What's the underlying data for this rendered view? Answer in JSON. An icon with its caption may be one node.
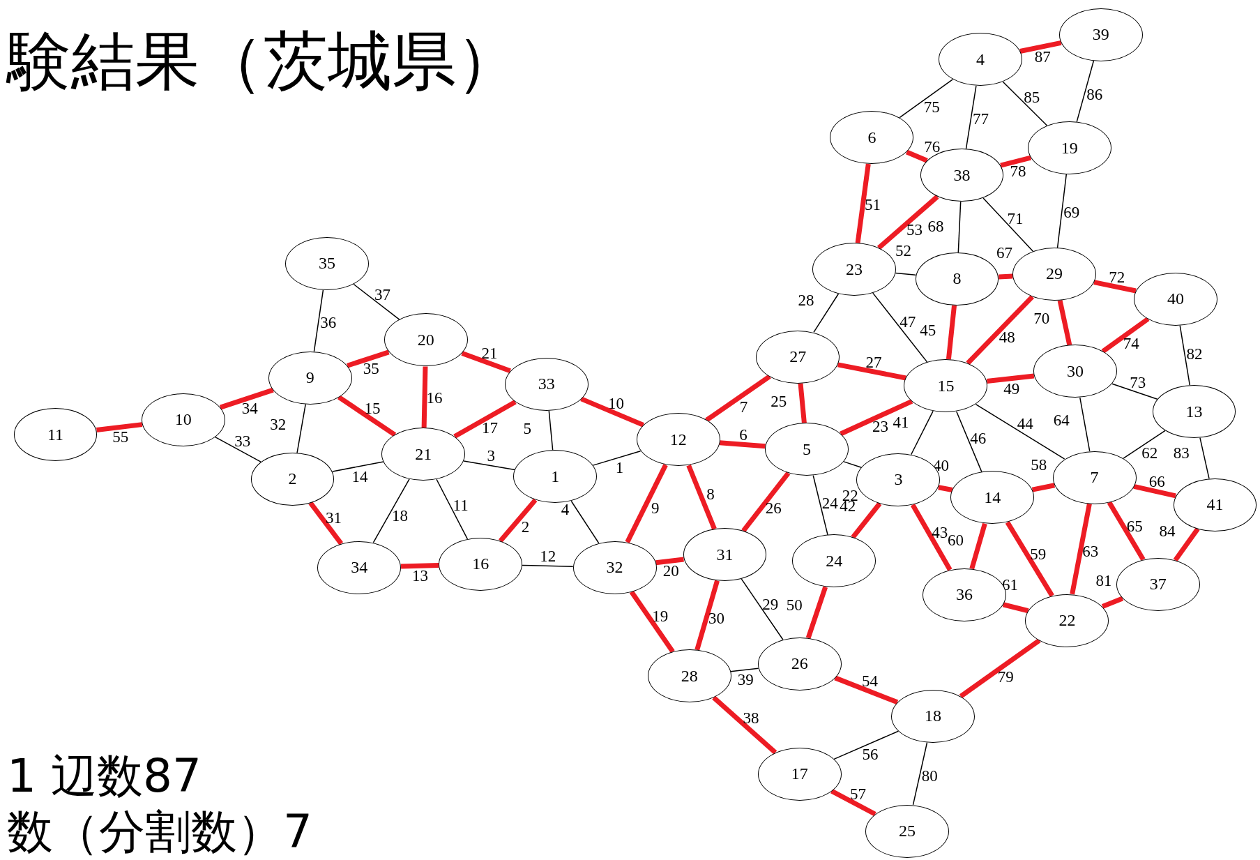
{
  "diagram": {
    "title": "験結果（茨城県）",
    "nodes": [
      {
        "text": [
          "1"
        ]
      },
      {
        "text": [
          "2"
        ]
      },
      {
        "text": [
          "3"
        ]
      },
      {
        "text": [
          "4"
        ]
      },
      {
        "text": [
          "5"
        ]
      },
      {
        "text": [
          "6"
        ]
      },
      {
        "text": [
          "7"
        ]
      },
      {
        "text": [
          "8"
        ]
      },
      {
        "text": [
          "9"
        ]
      },
      {
        "text": [
          "10"
        ]
      },
      {
        "text": [
          "11"
        ]
      },
      {
        "text": [
          "12"
        ]
      },
      {
        "text": [
          "13"
        ]
      },
      {
        "text": [
          "14"
        ]
      },
      {
        "text": [
          "15"
        ]
      },
      {
        "text": [
          "16"
        ]
      },
      {
        "text": [
          "17"
        ]
      },
      {
        "text": [
          "18"
        ]
      },
      {
        "text": [
          "19"
        ]
      },
      {
        "text": [
          "20"
        ]
      },
      {
        "text": [
          "21"
        ]
      },
      {
        "text": [
          "22"
        ]
      },
      {
        "text": [
          "23"
        ]
      },
      {
        "text": [
          "24"
        ]
      },
      {
        "text": [
          "25"
        ]
      },
      {
        "text": [
          "26"
        ]
      },
      {
        "text": [
          "27"
        ]
      },
      {
        "text": [
          "28"
        ]
      },
      {
        "text": [
          "29"
        ]
      },
      {
        "text": [
          "30"
        ]
      },
      {
        "text": [
          "31"
        ]
      },
      {
        "text": [
          "32"
        ]
      },
      {
        "text": [
          "33"
        ]
      },
      {
        "text": [
          "34"
        ]
      },
      {
        "text": [
          "35"
        ]
      },
      {
        "text": [
          "36"
        ]
      },
      {
        "text": [
          "37"
        ]
      },
      {
        "text": [
          "38"
        ]
      },
      {
        "text": [
          "39"
        ]
      },
      {
        "text": [
          "40"
        ]
      },
      {
        "text": [
          "41"
        ]
      }
    ],
    "edges": [
      {
        "from": 0,
        "to": 11,
        "arrow": "none",
        "label": "1",
        "color": "#000000"
      },
      {
        "from": 0,
        "to": 15,
        "arrow": "none",
        "label": "2"
      },
      {
        "from": 20,
        "to": 0,
        "arrow": "none",
        "label": "3",
        "color": "#000000"
      },
      {
        "from": 0,
        "to": 31,
        "arrow": "none",
        "label": "4",
        "color": "#000000"
      },
      {
        "from": 32,
        "to": 0,
        "arrow": "none",
        "label": "5",
        "color": "#000000"
      },
      {
        "from": 11,
        "to": 4,
        "arrow": "none",
        "label": "6"
      },
      {
        "from": 11,
        "to": 26,
        "arrow": "none",
        "label": "7"
      },
      {
        "from": 11,
        "to": 30,
        "arrow": "none",
        "label": "8"
      },
      {
        "from": 11,
        "to": 31,
        "arrow": "none",
        "label": "9"
      },
      {
        "from": 32,
        "to": 11,
        "arrow": "none",
        "label": "10"
      },
      {
        "from": 20,
        "to": 15,
        "arrow": "none",
        "label": "11",
        "color": "#000000"
      },
      {
        "from": 15,
        "to": 31,
        "arrow": "none",
        "label": "12",
        "color": "#000000"
      },
      {
        "from": 33,
        "to": 15,
        "arrow": "none",
        "label": "13"
      },
      {
        "from": 1,
        "to": 20,
        "arrow": "none",
        "label": "14",
        "color": "#000000"
      },
      {
        "from": 8,
        "to": 20,
        "arrow": "none",
        "label": "15"
      },
      {
        "from": 19,
        "to": 20,
        "arrow": "none",
        "label": "16"
      },
      {
        "from": 32,
        "to": 20,
        "arrow": "none",
        "label": "17"
      },
      {
        "from": 20,
        "to": 33,
        "arrow": "none",
        "label": "18",
        "color": "#000000"
      },
      {
        "from": 31,
        "to": 27,
        "arrow": "none",
        "label": "19"
      },
      {
        "from": 31,
        "to": 30,
        "arrow": "none",
        "label": "20"
      },
      {
        "from": 19,
        "to": 32,
        "arrow": "none",
        "label": "21"
      },
      {
        "from": 4,
        "to": 2,
        "arrow": "none",
        "label": "22",
        "color": "#000000"
      },
      {
        "from": 14,
        "to": 4,
        "arrow": "none",
        "label": "23"
      },
      {
        "from": 4,
        "to": 23,
        "arrow": "none",
        "label": "24",
        "color": "#000000"
      },
      {
        "from": 26,
        "to": 4,
        "arrow": "none",
        "label": "25"
      },
      {
        "from": 4,
        "to": 30,
        "arrow": "none",
        "label": "26"
      },
      {
        "from": 26,
        "to": 14,
        "arrow": "none",
        "label": "27"
      },
      {
        "from": 22,
        "to": 26,
        "arrow": "none",
        "label": "28",
        "color": "#000000"
      },
      {
        "from": 30,
        "to": 25,
        "arrow": "none",
        "label": "29",
        "color": "#000000"
      },
      {
        "from": 30,
        "to": 27,
        "arrow": "none",
        "label": "30"
      },
      {
        "from": 1,
        "to": 33,
        "arrow": "none",
        "label": "31"
      },
      {
        "from": 8,
        "to": 1,
        "arrow": "none",
        "label": "32",
        "color": "#000000"
      },
      {
        "from": 9,
        "to": 1,
        "arrow": "none",
        "label": "33",
        "color": "#000000"
      },
      {
        "from": 9,
        "to": 8,
        "arrow": "none",
        "label": "34"
      },
      {
        "from": 8,
        "to": 19,
        "arrow": "none",
        "label": "35"
      },
      {
        "from": 34,
        "to": 8,
        "arrow": "none",
        "label": "36",
        "color": "#000000"
      },
      {
        "from": 34,
        "to": 19,
        "arrow": "none",
        "label": "37",
        "color": "#000000"
      },
      {
        "from": 27,
        "to": 16,
        "arrow": "none",
        "label": "38"
      },
      {
        "from": 27,
        "to": 25,
        "arrow": "none",
        "label": "39",
        "color": "#000000"
      },
      {
        "from": 2,
        "to": 13,
        "arrow": "none",
        "label": "40"
      },
      {
        "from": 14,
        "to": 2,
        "arrow": "none",
        "label": "41",
        "color": "#000000"
      },
      {
        "from": 2,
        "to": 23,
        "arrow": "none",
        "label": "42"
      },
      {
        "from": 2,
        "to": 35,
        "arrow": "none",
        "label": "43"
      },
      {
        "from": 14,
        "to": 6,
        "arrow": "none",
        "label": "44",
        "color": "#000000"
      },
      {
        "from": 7,
        "to": 14,
        "arrow": "none",
        "label": "45"
      },
      {
        "from": 14,
        "to": 13,
        "arrow": "none",
        "label": "46",
        "color": "#000000"
      },
      {
        "from": 22,
        "to": 14,
        "arrow": "none",
        "label": "47",
        "color": "#000000"
      },
      {
        "from": 28,
        "to": 14,
        "arrow": "none",
        "label": "48"
      },
      {
        "from": 14,
        "to": 29,
        "arrow": "none",
        "label": "49"
      },
      {
        "from": 23,
        "to": 25,
        "arrow": "none",
        "label": "50"
      },
      {
        "from": 5,
        "to": 22,
        "arrow": "none",
        "label": "51"
      },
      {
        "from": 22,
        "to": 7,
        "arrow": "none",
        "label": "52",
        "color": "#000000"
      },
      {
        "from": 37,
        "to": 22,
        "arrow": "none",
        "label": "53"
      },
      {
        "from": 25,
        "to": 17,
        "arrow": "none",
        "label": "54"
      },
      {
        "from": 10,
        "to": 9,
        "arrow": "none",
        "label": "55"
      },
      {
        "from": 16,
        "to": 17,
        "arrow": "none",
        "label": "56",
        "color": "#000000"
      },
      {
        "from": 16,
        "to": 24,
        "arrow": "none",
        "label": "57"
      },
      {
        "from": 13,
        "to": 6,
        "arrow": "none",
        "label": "58"
      },
      {
        "from": 13,
        "to": 21,
        "arrow": "none",
        "label": "59"
      },
      {
        "from": 13,
        "to": 35,
        "arrow": "none",
        "label": "60"
      },
      {
        "from": 35,
        "to": 21,
        "arrow": "none",
        "label": "61"
      },
      {
        "from": 6,
        "to": 12,
        "arrow": "none",
        "label": "62",
        "color": "#000000"
      },
      {
        "from": 6,
        "to": 21,
        "arrow": "none",
        "label": "63"
      },
      {
        "from": 29,
        "to": 6,
        "arrow": "none",
        "label": "64",
        "color": "#000000"
      },
      {
        "from": 6,
        "to": 36,
        "arrow": "none",
        "label": "65"
      },
      {
        "from": 6,
        "to": 40,
        "arrow": "none",
        "label": "66"
      },
      {
        "from": 7,
        "to": 28,
        "arrow": "none",
        "label": "67"
      },
      {
        "from": 37,
        "to": 7,
        "arrow": "none",
        "label": "68",
        "color": "#000000"
      },
      {
        "from": 18,
        "to": 28,
        "arrow": "none",
        "label": "69",
        "color": "#000000"
      },
      {
        "from": 28,
        "to": 29,
        "arrow": "none",
        "label": "70"
      },
      {
        "from": 37,
        "to": 28,
        "arrow": "none",
        "label": "71",
        "color": "#000000"
      },
      {
        "from": 28,
        "to": 39,
        "arrow": "none",
        "label": "72"
      },
      {
        "from": 29,
        "to": 12,
        "arrow": "none",
        "label": "73",
        "color": "#000000"
      },
      {
        "from": 39,
        "to": 29,
        "arrow": "none",
        "label": "74"
      },
      {
        "from": 3,
        "to": 5,
        "arrow": "none",
        "label": "75",
        "color": "#000000"
      },
      {
        "from": 5,
        "to": 37,
        "arrow": "none",
        "label": "76"
      },
      {
        "from": 3,
        "to": 37,
        "arrow": "none",
        "label": "77",
        "color": "#000000"
      },
      {
        "from": 37,
        "to": 18,
        "arrow": "none",
        "label": "78"
      },
      {
        "from": 21,
        "to": 17,
        "arrow": "none",
        "label": "79"
      },
      {
        "from": 17,
        "to": 24,
        "arrow": "none",
        "label": "80",
        "color": "#000000"
      },
      {
        "from": 21,
        "to": 36,
        "arrow": "none",
        "label": "81"
      },
      {
        "from": 39,
        "to": 12,
        "arrow": "none",
        "label": "82",
        "color": "#000000"
      },
      {
        "from": 12,
        "to": 40,
        "arrow": "none",
        "label": "83",
        "color": "#000000"
      },
      {
        "from": 40,
        "to": 36,
        "arrow": "none",
        "label": "84"
      },
      {
        "from": 3,
        "to": 18,
        "arrow": "none",
        "label": "85",
        "color": "#000000"
      },
      {
        "from": 38,
        "to": 18,
        "arrow": "none",
        "label": "86",
        "color": "#000000"
      },
      {
        "from": 3,
        "to": 38,
        "arrow": "none",
        "label": "87"
      }
    ],
    "labels": [
      "1 辺数87",
      "数（分割数）7"
    ]
  }
}
